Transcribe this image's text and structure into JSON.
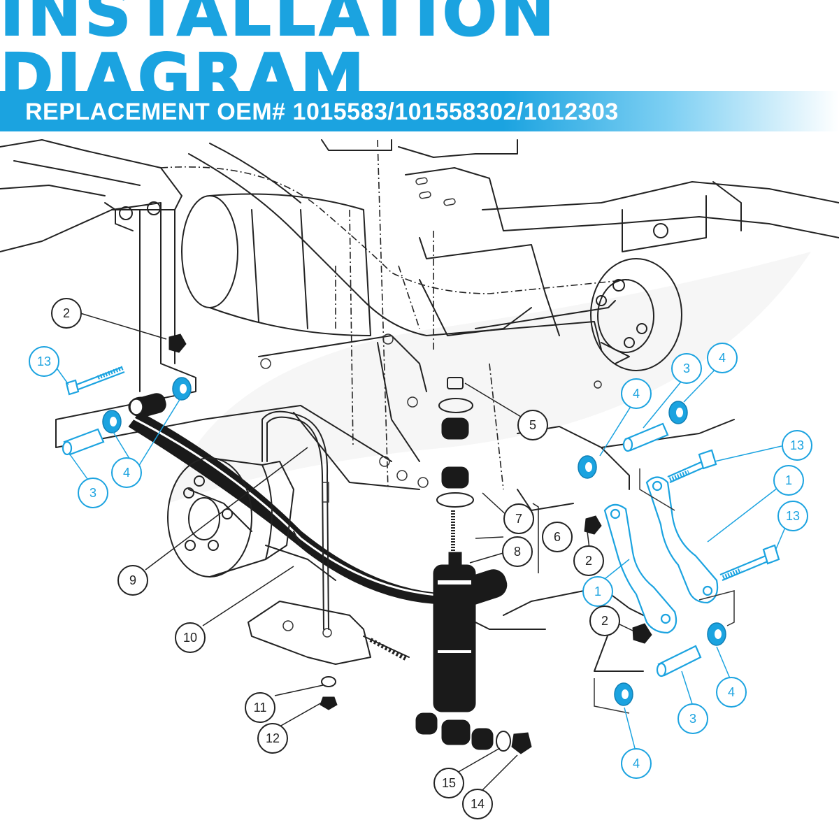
{
  "header": {
    "title": "INSTALLATION DIAGRAM",
    "subtitle": "REPLACEMENT OEM# 1015583/101558302/1012303"
  },
  "colors": {
    "accent": "#1ba3e0",
    "line": "#222222",
    "background": "#ffffff"
  },
  "callouts": [
    {
      "id": "c2a",
      "label": "2",
      "color": "black"
    },
    {
      "id": "c13a",
      "label": "13",
      "color": "blue"
    },
    {
      "id": "c4a",
      "label": "4",
      "color": "blue"
    },
    {
      "id": "c3a",
      "label": "3",
      "color": "blue"
    },
    {
      "id": "c5",
      "label": "5",
      "color": "black"
    },
    {
      "id": "c4b",
      "label": "4",
      "color": "blue"
    },
    {
      "id": "c3b",
      "label": "3",
      "color": "blue"
    },
    {
      "id": "c4c",
      "label": "4",
      "color": "blue"
    },
    {
      "id": "c13b",
      "label": "13",
      "color": "blue"
    },
    {
      "id": "c1a",
      "label": "1",
      "color": "blue"
    },
    {
      "id": "c13c",
      "label": "13",
      "color": "blue"
    },
    {
      "id": "c7",
      "label": "7",
      "color": "black"
    },
    {
      "id": "c6",
      "label": "6",
      "color": "black"
    },
    {
      "id": "c8",
      "label": "8",
      "color": "black"
    },
    {
      "id": "c2b",
      "label": "2",
      "color": "black"
    },
    {
      "id": "c1b",
      "label": "1",
      "color": "blue"
    },
    {
      "id": "c2c",
      "label": "2",
      "color": "black"
    },
    {
      "id": "c9",
      "label": "9",
      "color": "black"
    },
    {
      "id": "c10",
      "label": "10",
      "color": "black"
    },
    {
      "id": "c11",
      "label": "11",
      "color": "black"
    },
    {
      "id": "c12",
      "label": "12",
      "color": "black"
    },
    {
      "id": "c15",
      "label": "15",
      "color": "black"
    },
    {
      "id": "c14",
      "label": "14",
      "color": "black"
    },
    {
      "id": "c4d",
      "label": "4",
      "color": "blue"
    },
    {
      "id": "c3c",
      "label": "3",
      "color": "blue"
    },
    {
      "id": "c4e",
      "label": "4",
      "color": "blue"
    }
  ]
}
